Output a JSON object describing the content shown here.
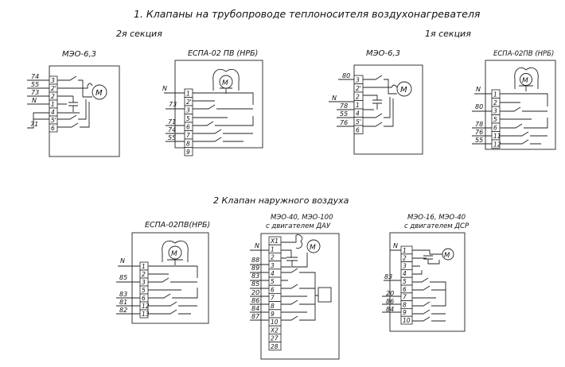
{
  "headings": {
    "section1": "1. Клапаны на трубопроводе теплоносителя воздухонагревателя",
    "section2": "2  Клапан наружного воздуха",
    "sect2_label": "2я секция",
    "sect1_label": "1я секция"
  },
  "diagrams": [
    {
      "id": "d1",
      "title": "МЭО-6,3",
      "motor_label": "M",
      "terminals": [
        "3",
        "2'",
        "2",
        "1",
        "4",
        "5'",
        "6"
      ],
      "wires": [
        "74",
        "55",
        "73",
        "N",
        "71"
      ]
    },
    {
      "id": "d2",
      "title": "ЕСПА-02 ПВ (НРБ)",
      "motor_label": "M",
      "terminals": [
        "1",
        "2'",
        "3",
        "5",
        "6",
        "7",
        "8",
        "9"
      ],
      "wires": [
        "N",
        "73",
        "71",
        "74",
        "55"
      ]
    },
    {
      "id": "d3",
      "title": "МЭО-6,3",
      "motor_label": "M",
      "terminals": [
        "3",
        "2'",
        "2",
        "1",
        "4",
        "5'",
        "6"
      ],
      "wires": [
        "80",
        "N",
        "78",
        "55",
        "76"
      ]
    },
    {
      "id": "d4",
      "title": "ЕСПА-02ПВ (НРБ)",
      "motor_label": "M",
      "terminals": [
        "1",
        "2",
        "3",
        "5",
        "6",
        "11",
        "12"
      ],
      "wires": [
        "N",
        "80",
        "78",
        "76",
        "55"
      ]
    },
    {
      "id": "d5",
      "title": "ЕСПА-02ПВ(НРБ)",
      "motor_label": "M",
      "terminals": [
        "1",
        "2",
        "3",
        "5",
        "6",
        "12",
        "13"
      ],
      "wires": [
        "N",
        "85",
        "83",
        "81",
        "82"
      ]
    },
    {
      "id": "d6",
      "title": "МЭО-40, МЭО-100",
      "subtitle": "с двигателем ДАУ",
      "motor_label": "M",
      "terminals": [
        "X1",
        "1",
        "2",
        "3",
        "4",
        "5",
        "6",
        "7",
        "8",
        "9",
        "10",
        "X2",
        "27",
        "28"
      ],
      "wires": [
        "N",
        "88",
        "89",
        "83",
        "85",
        "20",
        "86",
        "84",
        "87"
      ]
    },
    {
      "id": "d7",
      "title": "МЭО-16, МЭО-40",
      "subtitle": "с двигателем ДСР",
      "motor_label": "M",
      "terminals": [
        "1",
        "2",
        "3",
        "4",
        "5",
        "6",
        "7",
        "8",
        "9",
        "10"
      ],
      "wires": [
        "N",
        "83",
        "20",
        "86",
        "84"
      ]
    }
  ]
}
